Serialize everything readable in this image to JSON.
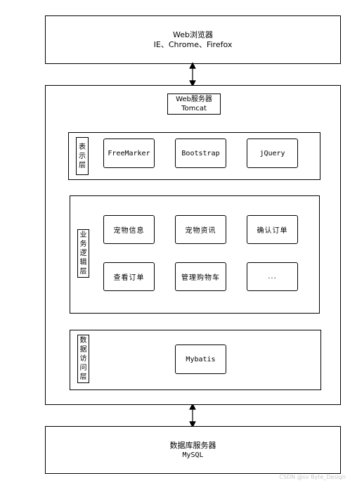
{
  "browser": {
    "title": "Web浏览器",
    "subtitle": "IE、Chrome、Firefox"
  },
  "server": {
    "title": "Web服务器",
    "subtitle": "Tomcat"
  },
  "layers": {
    "presentation": {
      "label": [
        "表",
        "示",
        "层"
      ],
      "items": [
        "FreeMarker",
        "Bootstrap",
        "jQuery"
      ]
    },
    "business": {
      "label": [
        "业",
        "务",
        "逻",
        "辑",
        "层"
      ],
      "items": [
        "宠物信息",
        "宠物资讯",
        "确认订单",
        "查看订单",
        "管理购物车",
        "..."
      ]
    },
    "data_access": {
      "label": [
        "数",
        "据",
        "访",
        "问",
        "层"
      ],
      "items": [
        "Mybatis"
      ]
    }
  },
  "database": {
    "title": "数据库服务器",
    "subtitle": "MySQL"
  },
  "watermark": "CSDN @sv Byte_Design"
}
